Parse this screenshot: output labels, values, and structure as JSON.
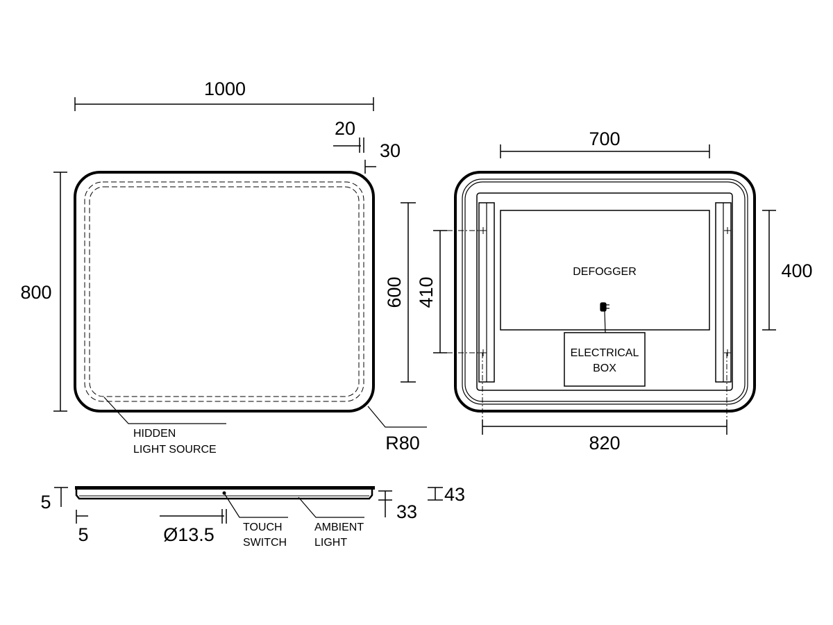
{
  "front_view": {
    "width_label": "1000",
    "height_label": "800",
    "dim_20": "20",
    "dim_30": "30",
    "light_zone_height": "600",
    "radius_label": "R80",
    "hidden_light_line1": "HIDDEN",
    "hidden_light_line2": "LIGHT SOURCE"
  },
  "back_view": {
    "defogger_width": "700",
    "defogger_height": "400",
    "mount_spacing_vertical": "410",
    "mount_spacing_horizontal": "820",
    "defogger_label": "DEFOGGER",
    "electrical_box_line1": "ELECTRICAL",
    "electrical_box_line2": "BOX"
  },
  "side_view": {
    "glass_thickness": "5",
    "edge_offset": "5",
    "switch_diameter": "Ø13.5",
    "frame_depth": "33",
    "total_depth": "43",
    "touch_switch_line1": "TOUCH",
    "touch_switch_line2": "SWITCH",
    "ambient_light_line1": "AMBIENT",
    "ambient_light_line2": "LIGHT"
  }
}
